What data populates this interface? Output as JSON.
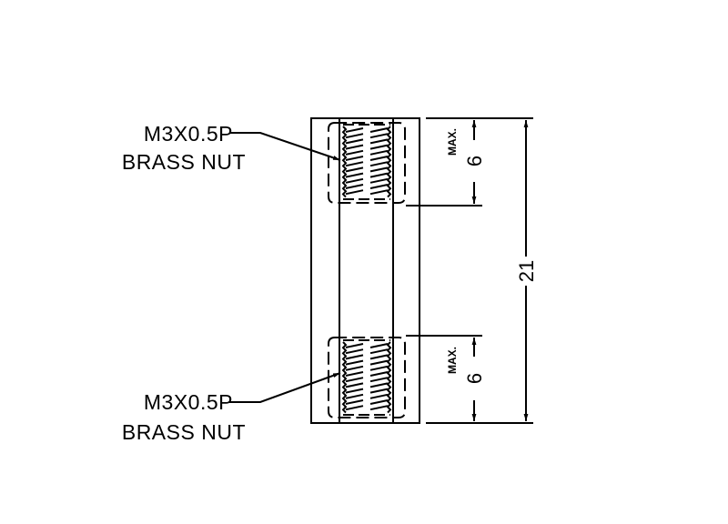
{
  "drawing": {
    "title": "Standoff with threaded brass nut inserts",
    "callouts": [
      {
        "id": "upper",
        "line1": "M3X0.5P",
        "line2": "BRASS NUT"
      },
      {
        "id": "lower",
        "line1": "M3X0.5P",
        "line2": "BRASS NUT"
      }
    ],
    "dimensions": {
      "overall_length": "21",
      "upper_nut_depth": "6",
      "upper_nut_qualifier": "MAX.",
      "lower_nut_depth": "6",
      "lower_nut_qualifier": "MAX."
    },
    "colors": {
      "line": "#000000",
      "background": "#ffffff"
    }
  }
}
